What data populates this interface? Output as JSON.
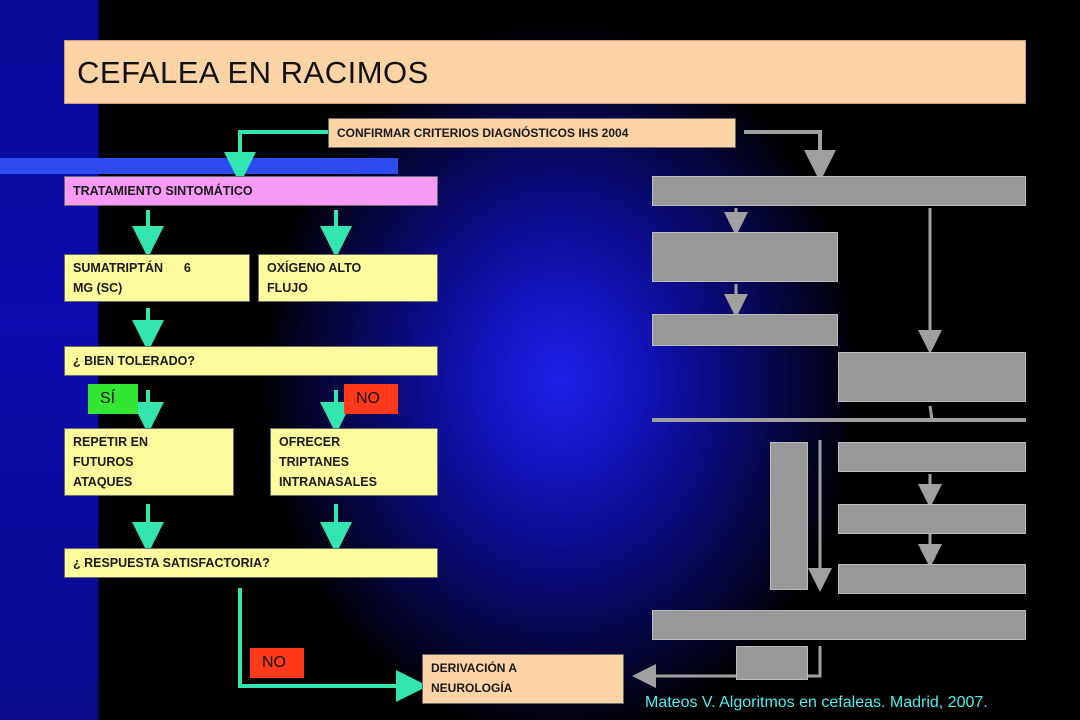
{
  "title": "CEFALEA EN RACIMOS",
  "boxes": {
    "confirm": "CONFIRMAR CRITERIOS DIAGNÓSTICOS IHS 2004",
    "sintomatico": "TRATAMIENTO SINTOMÁTICO",
    "sumatriptan_line1": "SUMATRIPTÁN      6",
    "sumatriptan_line2": "MG (SC)",
    "oxigeno_line1": "OXÍGENO ALTO",
    "oxigeno_line2": "FLUJO",
    "bien_tolerado": "¿ BIEN TOLERADO?",
    "repetir_line1": "REPETIR EN",
    "repetir_line2": "FUTUROS",
    "repetir_line3": "ATAQUES",
    "ofrecer_line1": "OFRECER",
    "ofrecer_line2": "TRIPTANES",
    "ofrecer_line3": "INTRANASALES",
    "respuesta": "¿ RESPUESTA SATISFACTORIA?",
    "derivacion_line1": "DERIVACIÓN A",
    "derivacion_line2": "NEUROLOGÍA"
  },
  "badges": {
    "si": "SÍ",
    "no_top": "NO",
    "no_bottom": "NO"
  },
  "citation": "Mateos V. Algoritmos en cefaleas. Madrid, 2007.",
  "colors": {
    "title_bg": "#fbd3a4",
    "yellow_box": "#fdfc9c",
    "pink_box": "#f79af6",
    "arrow_green": "#33e6b0",
    "arrow_gray": "#a0a0a0",
    "badge_green": "#33e633",
    "badge_red": "#ff3a1a",
    "citation": "#4df0ee"
  }
}
